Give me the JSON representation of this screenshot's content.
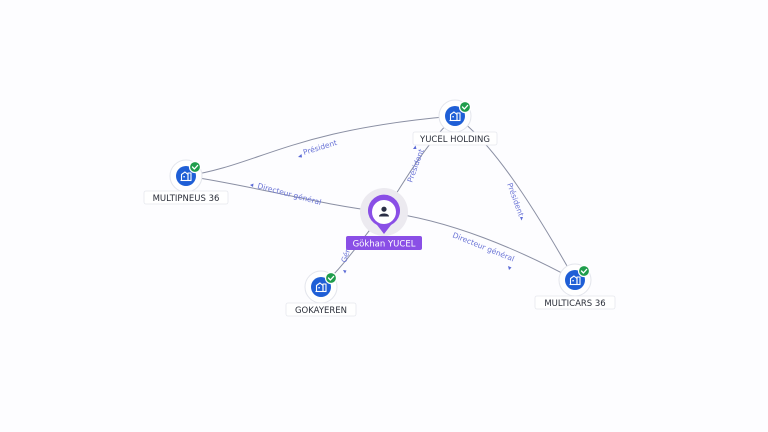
{
  "nodes": {
    "person": {
      "name": "Gökhan YUCEL"
    },
    "yucel_holding": {
      "name": "YUCEL HOLDING"
    },
    "multipneus": {
      "name": "MULTIPNEUS 36"
    },
    "gokayeren": {
      "name": "GOKAYEREN"
    },
    "multicars": {
      "name": "MULTICARS 36"
    }
  },
  "edges": {
    "holding_multipneus": "Président",
    "person_holding": "Président",
    "person_multipneus": "Directeur général",
    "person_gokayeren": "Gér",
    "person_multicars": "Directeur général",
    "holding_multicars": "Président"
  },
  "icons": {
    "company": "building-icon",
    "verified": "check-icon",
    "person": "person-icon"
  },
  "colors": {
    "company_node": "#1f5fd6",
    "verified_badge": "#1f9d4c",
    "person_accent": "#8a4fe6",
    "edge_label": "#6a74d6"
  }
}
